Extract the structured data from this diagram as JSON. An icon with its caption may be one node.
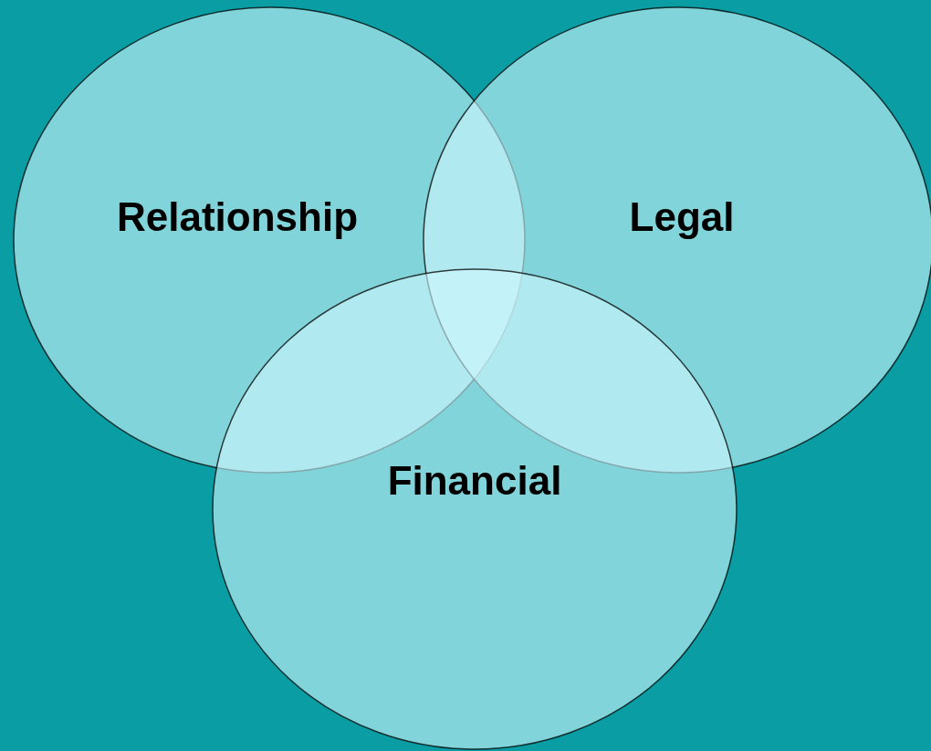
{
  "diagram": {
    "nodes": [
      {
        "text": [
          "Relationship"
        ]
      },
      {
        "text": [
          "Legal"
        ]
      },
      {
        "text": [
          "Financial"
        ]
      }
    ]
  }
}
